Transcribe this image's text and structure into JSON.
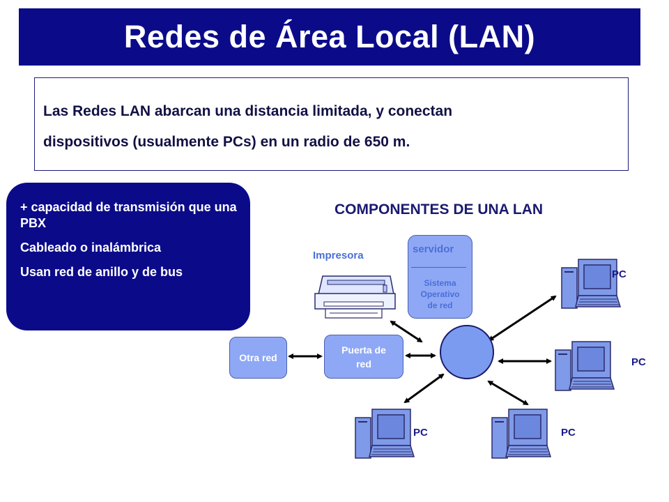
{
  "title": "Redes de Área Local (LAN)",
  "intro": {
    "line1": "Las Redes LAN abarcan una distancia limitada, y conectan",
    "line2": "dispositivos (usualmente PCs) en un radio de 650 m."
  },
  "features": [
    "+ capacidad de transmisión que una PBX",
    "Cableado o inalámbrica",
    "Usan red de anillo y de bus"
  ],
  "diagram": {
    "title": "COMPONENTES DE UNA LAN",
    "printer_label": "Impresora",
    "server": {
      "title": "servidor",
      "subtitle_lines": [
        "Sistema",
        "Operativo",
        "de red"
      ]
    },
    "other_network": "Otra red",
    "gateway_lines": [
      "Puerta de",
      "red"
    ],
    "pc_label": "PC",
    "colors": {
      "title_bar": "#0b0b8a",
      "node_fill": "#8fa8f5",
      "hub_fill": "#7b9bf0",
      "label_blue": "#4a6fd8",
      "arrow": "#000000"
    }
  }
}
